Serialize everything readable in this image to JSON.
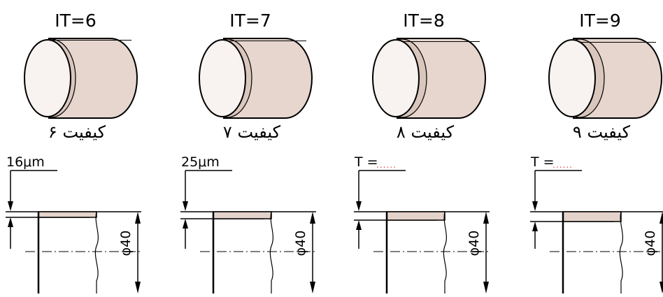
{
  "colors": {
    "body_fill": "#e6d6ce",
    "face_fill": "#f8f3f0",
    "zone_fill": "#e4d3cb",
    "blank_dots": "#d84a4a",
    "line": "#000000"
  },
  "panels": [
    {
      "it_label": "IT=6",
      "quality_label": "کیفیت ۶",
      "tolerance_text": "16μm",
      "tolerance_blank": "",
      "diameter_label": "φ40",
      "tolerance_level": 1
    },
    {
      "it_label": "IT=7",
      "quality_label": "کیفیت ۷",
      "tolerance_text": "25μm",
      "tolerance_blank": "",
      "diameter_label": "φ40",
      "tolerance_level": 2
    },
    {
      "it_label": "IT=8",
      "quality_label": "کیفیت ۸",
      "tolerance_text": "T =",
      "tolerance_blank": "......",
      "diameter_label": "φ40",
      "tolerance_level": 3
    },
    {
      "it_label": "IT=9",
      "quality_label": "کیفیت ۹",
      "tolerance_text": "T =",
      "tolerance_blank": "......",
      "diameter_label": "φ40",
      "tolerance_level": 4
    }
  ]
}
